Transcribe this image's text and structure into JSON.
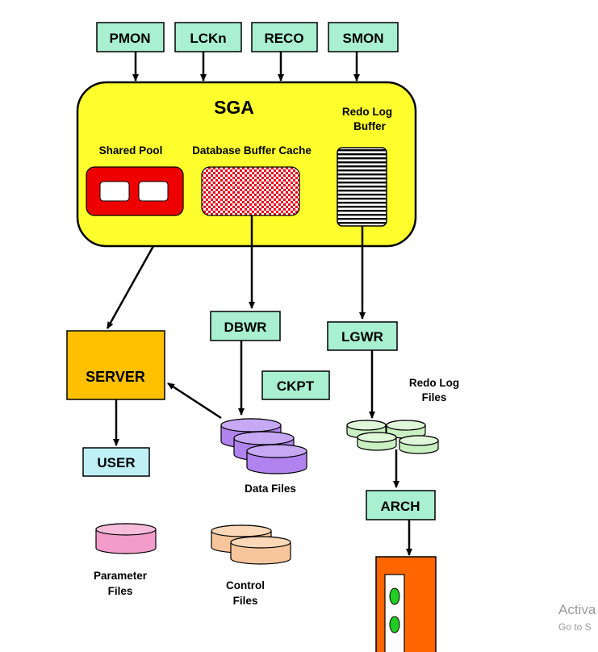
{
  "background_processes": {
    "pmon": "PMON",
    "lckn": "LCKn",
    "reco": "RECO",
    "smon": "SMON",
    "dbwr": "DBWR",
    "lgwr": "LGWR",
    "ckpt": "CKPT",
    "arch": "ARCH"
  },
  "sga": {
    "title": "SGA",
    "shared_pool": "Shared Pool",
    "buffer_cache": "Database Buffer Cache",
    "redo_log_buffer_line1": "Redo Log",
    "redo_log_buffer_line2": "Buffer"
  },
  "server": "SERVER",
  "user": "USER",
  "files": {
    "data_files": "Data Files",
    "redo_log_files_line1": "Redo Log",
    "redo_log_files_line2": "Files",
    "parameter_files_line1": "Parameter",
    "parameter_files_line2": "Files",
    "control_files_line1": "Control",
    "control_files_line2": "Files"
  },
  "watermark": {
    "line1": "Activa",
    "line2": "Go to S"
  },
  "colors": {
    "process_box": "#a8f0d0",
    "sga_fill": "#ffff2e",
    "shared_pool": "#ee0000",
    "buffer_cache": "#e8001c",
    "server_fill": "#ffc000",
    "user_fill": "#bff0f5",
    "data_file": "#b083ee",
    "redo_file": "#c8f0c0",
    "parameter_file": "#f29ccb",
    "control_file": "#f8c69c",
    "archive": "#ff6600"
  }
}
